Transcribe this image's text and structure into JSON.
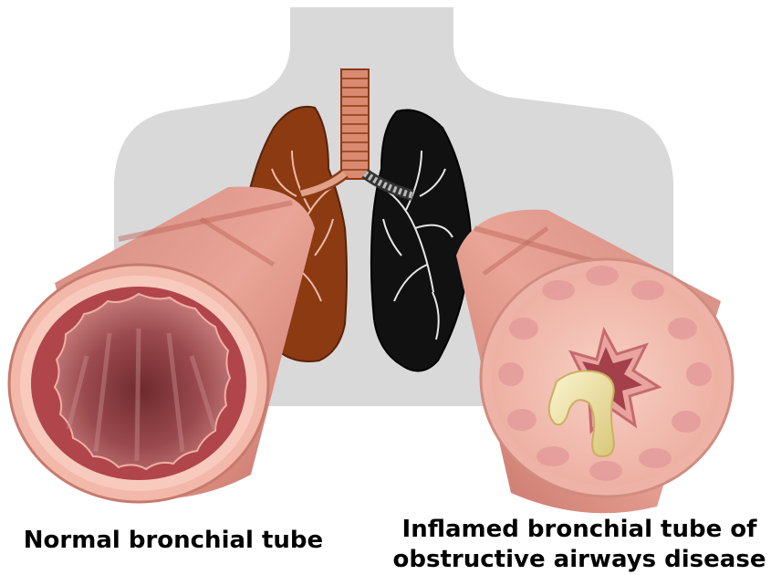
{
  "labels": {
    "normal": "Normal bronchial tube",
    "inflamed_line1": "Inflamed bronchial tube of",
    "inflamed_line2": "obstructive airways disease"
  },
  "colors": {
    "body_silhouette": "#d9d9d9",
    "healthy_lung": "#8b3a12",
    "diseased_lung": "#111111",
    "tissue_outer": "#e8a79a",
    "tissue_light": "#f6c6b9",
    "lumen_dark": "#a45456",
    "mucus": "#f1e8a8"
  }
}
